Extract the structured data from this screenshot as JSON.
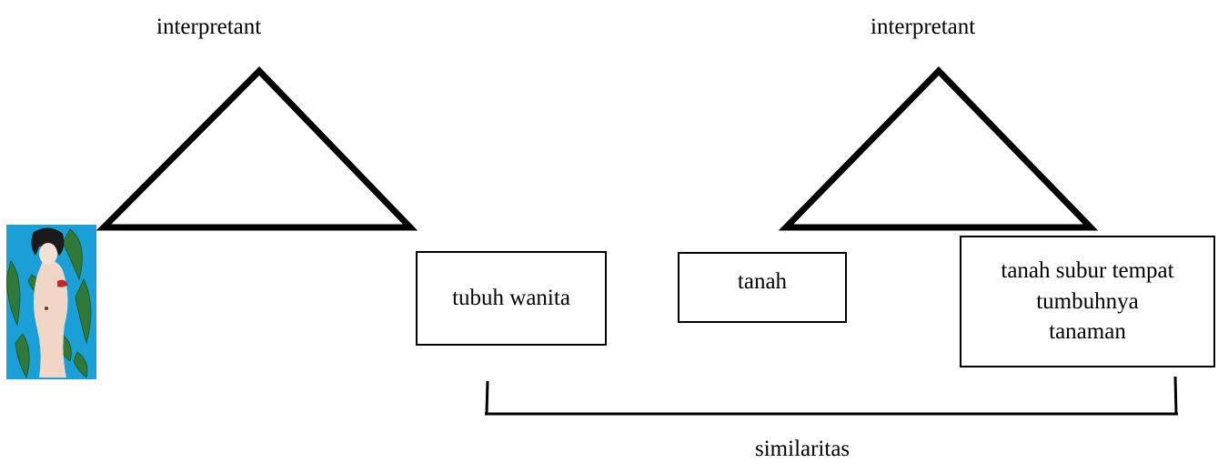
{
  "left_sign": {
    "interpretant": "interpretant",
    "object_label": "tubuh wanita",
    "representamen_image": "painting-woman-with-cactus"
  },
  "right_sign": {
    "interpretant": "interpretant",
    "representamen_label": "tanah",
    "object_label": "tanah subur tempat\ntumbuhnya\ntanaman"
  },
  "relation": {
    "label": "similaritas"
  },
  "colors": {
    "stroke": "#000000",
    "painting_background": "#1a9fd6",
    "cactus": "#2f7a3a"
  }
}
